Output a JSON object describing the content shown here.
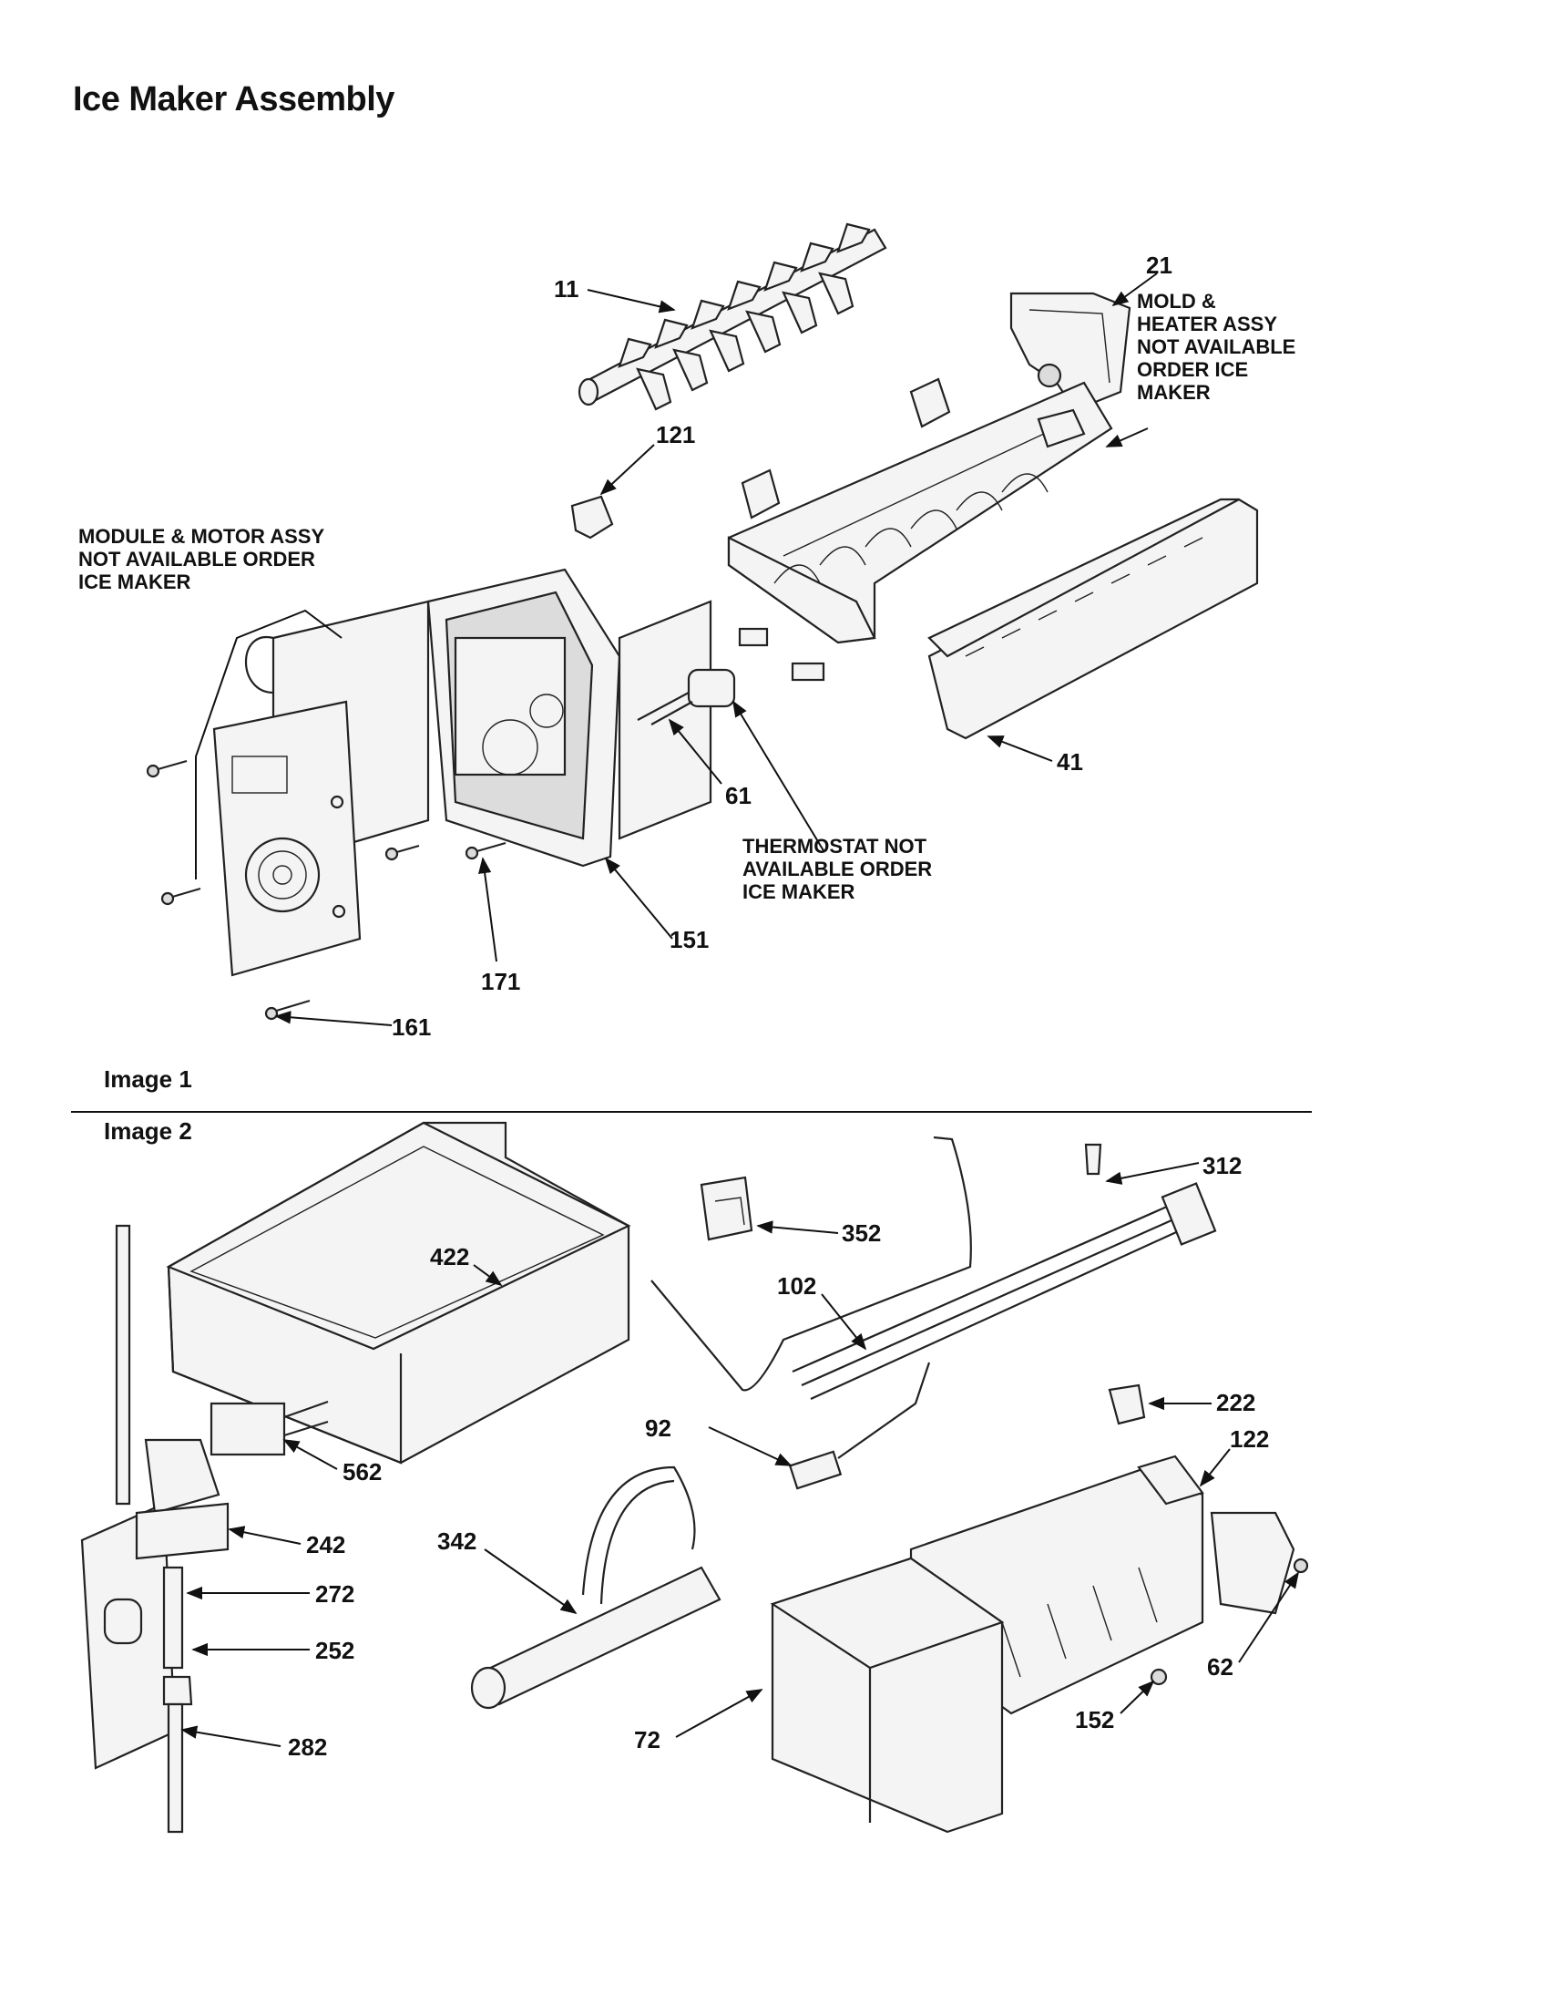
{
  "title": "Ice Maker Assembly",
  "sections": {
    "image1": "Image 1",
    "image2": "Image 2"
  },
  "notes": {
    "mold": [
      "MOLD &",
      "HEATER ASSY",
      "NOT AVAILABLE",
      "ORDER ICE",
      "MAKER"
    ],
    "module": [
      "MODULE & MOTOR ASSY",
      "NOT AVAILABLE ORDER",
      "ICE MAKER"
    ],
    "thermostat": [
      "THERMOSTAT NOT",
      "AVAILABLE ORDER",
      "ICE MAKER"
    ]
  },
  "parts": {
    "p11": "11",
    "p21": "21",
    "p121": "121",
    "p41": "41",
    "p61": "61",
    "p151": "151",
    "p171": "171",
    "p161": "161",
    "p312": "312",
    "p352": "352",
    "p422": "422",
    "p102": "102",
    "p222": "222",
    "p122": "122",
    "p92": "92",
    "p562": "562",
    "p242": "242",
    "p272": "272",
    "p252": "252",
    "p282": "282",
    "p342": "342",
    "p72": "72",
    "p152": "152",
    "p62": "62"
  }
}
